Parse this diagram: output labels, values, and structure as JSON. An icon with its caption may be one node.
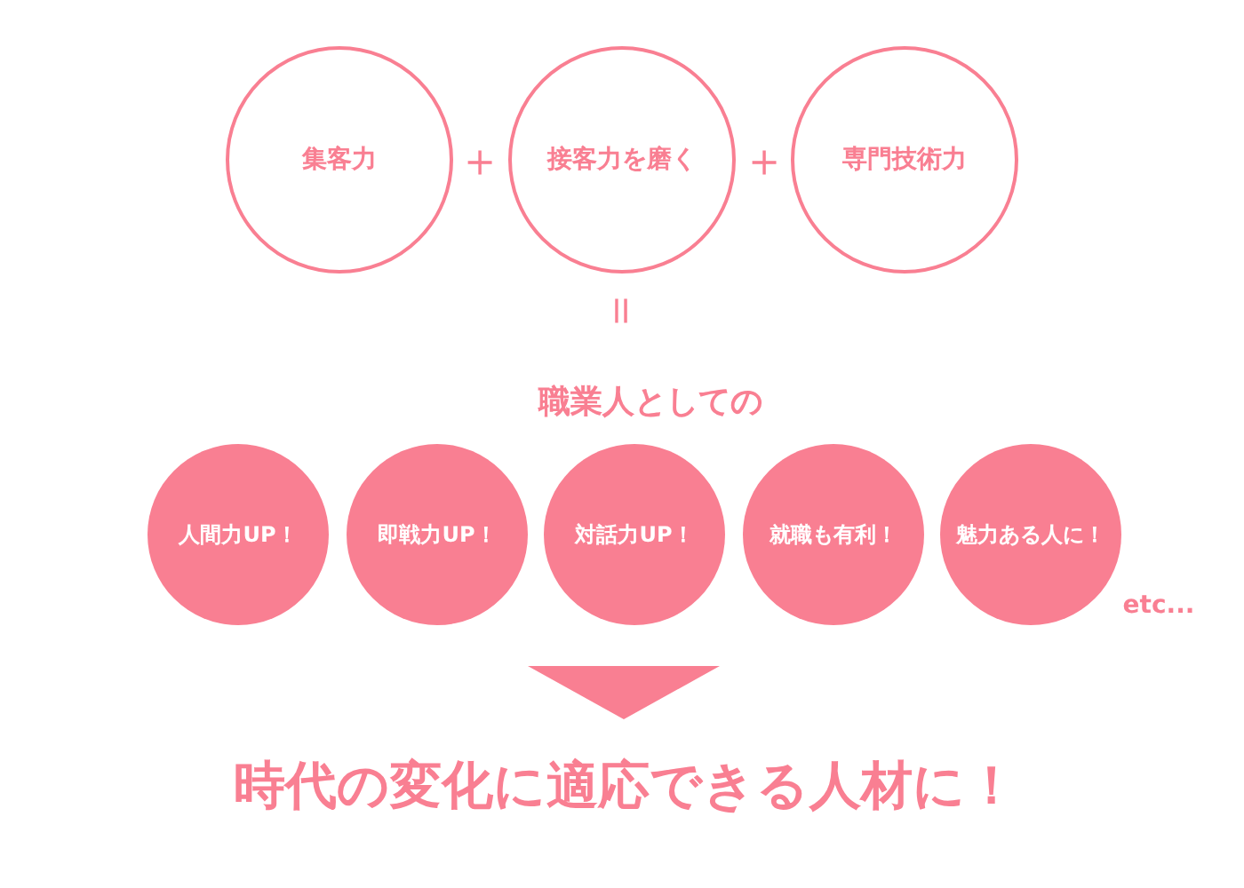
{
  "diagram": {
    "nodes": [
      {
        "text": [
          "集客力"
        ]
      },
      {
        "text": [
          "接客力を磨く"
        ]
      },
      {
        "text": [
          "専門技術力"
        ]
      },
      {
        "text": [
          "人間力UP！"
        ]
      },
      {
        "text": [
          "即戦力UP！"
        ]
      },
      {
        "text": [
          "対話力UP！"
        ]
      },
      {
        "text": [
          "就職も有利！"
        ]
      },
      {
        "text": [
          "魅力ある人に！"
        ]
      }
    ],
    "labels": [
      "＋",
      "＋",
      "＝",
      "**職業人**としての",
      "etc...",
      "時代の変化に適応できる人材に！"
    ]
  }
}
